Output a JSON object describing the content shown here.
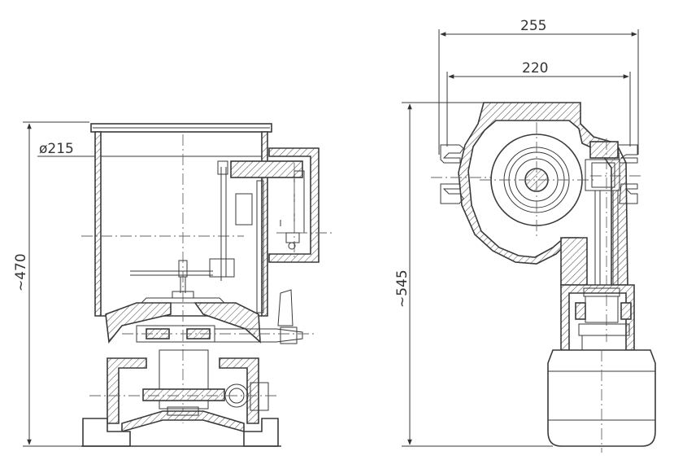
{
  "dimensions": {
    "front_diameter": "ø215",
    "front_height": "~470",
    "side_width_outer": "255",
    "side_width_inner": "220",
    "side_height": "~545"
  }
}
